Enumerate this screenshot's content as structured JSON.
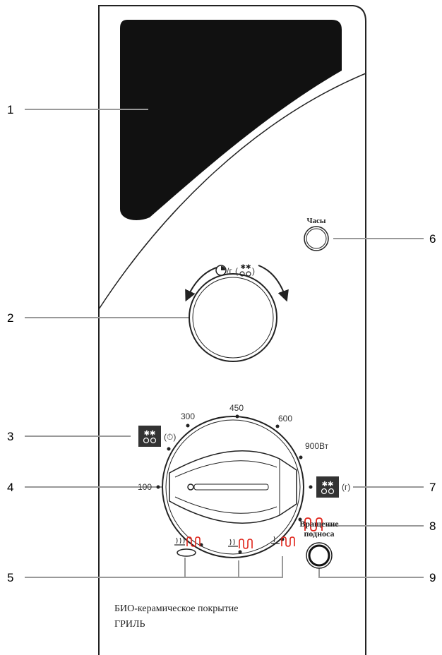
{
  "callouts": [
    "1",
    "2",
    "3",
    "4",
    "5",
    "6",
    "7",
    "8",
    "9"
  ],
  "buttons": {
    "clock_label": "Часы",
    "turntable_label_line1": "Вращение",
    "turntable_label_line2": "подноса"
  },
  "dial": {
    "top_symbol_text": "/г",
    "power_marks": [
      "100",
      "300",
      "450",
      "600",
      "900Вт"
    ],
    "defrost_time_suffix": "(⏱)",
    "defrost_weight_suffix": "(г)"
  },
  "caption": {
    "line1": "БИО-керамическое покрытие",
    "line2": "ГРИЛЬ"
  },
  "colors": {
    "grill": "#e0251b",
    "display": "#111111",
    "outline": "#222222",
    "leader": "#999999"
  },
  "icons": [
    "defrost-icon",
    "clock-icon",
    "grill-icon",
    "combi-grill-icon",
    "arrow-icon"
  ]
}
